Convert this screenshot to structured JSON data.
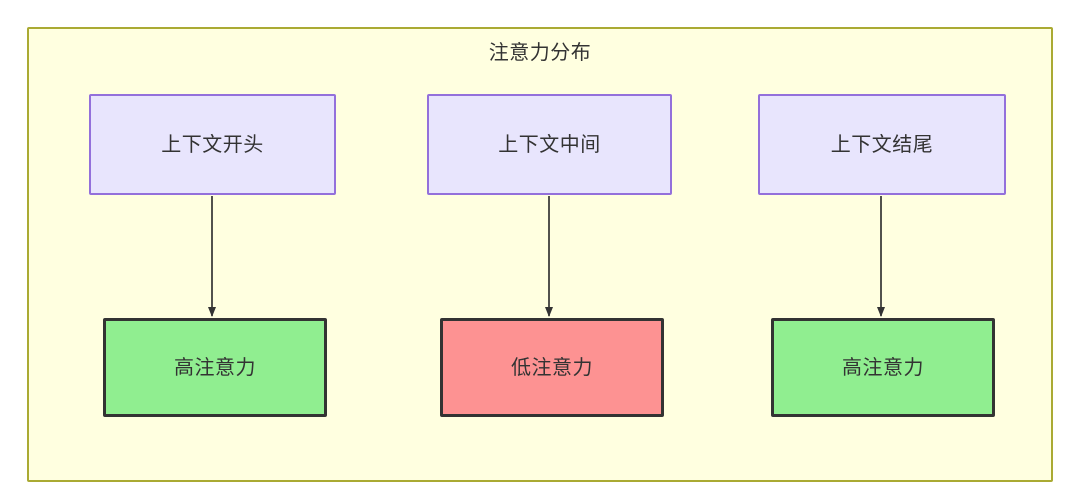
{
  "diagram": {
    "title": "注意力分布",
    "frame": {
      "fill": "#ffffe0",
      "stroke": "#aaaa33"
    },
    "colors": {
      "source_fill": "#e8e5fd",
      "source_stroke": "#9370db",
      "high_fill": "#90ee90",
      "low_fill": "#fd9292",
      "result_stroke": "#333333",
      "text": "#333333",
      "edge": "#333333"
    },
    "columns": [
      {
        "source_label": "上下文开头",
        "result_label": "高注意力",
        "result_level": "high"
      },
      {
        "source_label": "上下文中间",
        "result_label": "低注意力",
        "result_level": "low"
      },
      {
        "source_label": "上下文结尾",
        "result_label": "高注意力",
        "result_level": "high"
      }
    ],
    "edges": [
      {
        "from": "上下文开头",
        "to": "高注意力",
        "style": "arrow"
      },
      {
        "from": "上下文中间",
        "to": "低注意力",
        "style": "arrow"
      },
      {
        "from": "上下文结尾",
        "to": "高注意力",
        "style": "arrow"
      }
    ]
  }
}
